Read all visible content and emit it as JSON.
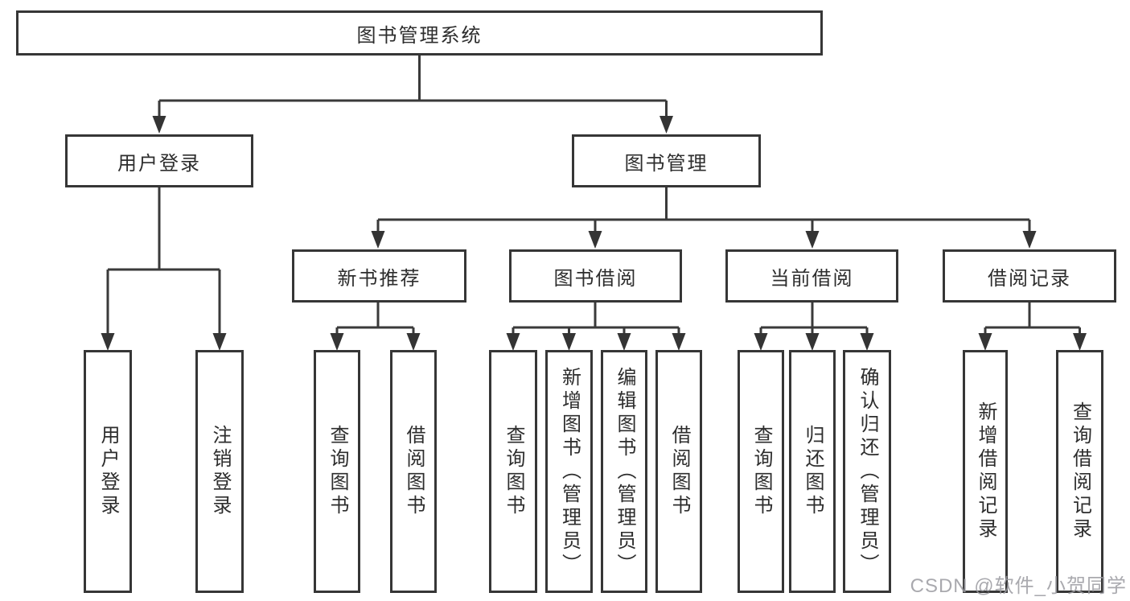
{
  "diagram": {
    "type": "tree",
    "title": "图书管理系统",
    "nodes": {
      "root": {
        "label": "图书管理系统",
        "children": [
          "user_login",
          "book_management"
        ]
      },
      "user_login": {
        "label": "用户登录",
        "children": [
          "ul_user_login",
          "ul_logout"
        ]
      },
      "book_management": {
        "label": "图书管理",
        "children": [
          "new_book_recommend",
          "book_borrowing",
          "current_borrowing",
          "borrowing_records"
        ]
      },
      "new_book_recommend": {
        "label": "新书推荐",
        "children": [
          "nbr_query_books",
          "nbr_borrow_books"
        ]
      },
      "book_borrowing": {
        "label": "图书借阅",
        "children": [
          "bb_query_books",
          "bb_add_books",
          "bb_edit_books",
          "bb_borrow_books"
        ]
      },
      "current_borrowing": {
        "label": "当前借阅",
        "children": [
          "cb_query_books",
          "cb_return_books",
          "cb_confirm_return"
        ]
      },
      "borrowing_records": {
        "label": "借阅记录",
        "children": [
          "br_add_record",
          "br_query_record"
        ]
      },
      "ul_user_login": {
        "label": "用户登录"
      },
      "ul_logout": {
        "label": "注销登录"
      },
      "nbr_query_books": {
        "label": "查询图书"
      },
      "nbr_borrow_books": {
        "label": "借阅图书"
      },
      "bb_query_books": {
        "label": "查询图书"
      },
      "bb_add_books": {
        "label": "新增图书（管理员）"
      },
      "bb_edit_books": {
        "label": "编辑图书（管理员）"
      },
      "bb_borrow_books": {
        "label": "借阅图书"
      },
      "cb_query_books": {
        "label": "查询图书"
      },
      "cb_return_books": {
        "label": "归还图书"
      },
      "cb_confirm_return": {
        "label": "确认归还（管理员）"
      },
      "br_add_record": {
        "label": "新增借阅记录"
      },
      "br_query_record": {
        "label": "查询借阅记录"
      }
    },
    "colors": {
      "box_border": "#363636",
      "line": "#3a3a3a",
      "text": "#2d2d2d",
      "background": "#ffffff"
    }
  },
  "watermark": {
    "text": "CSDN @软件_小贺同学",
    "color": "#9a9aa0"
  }
}
